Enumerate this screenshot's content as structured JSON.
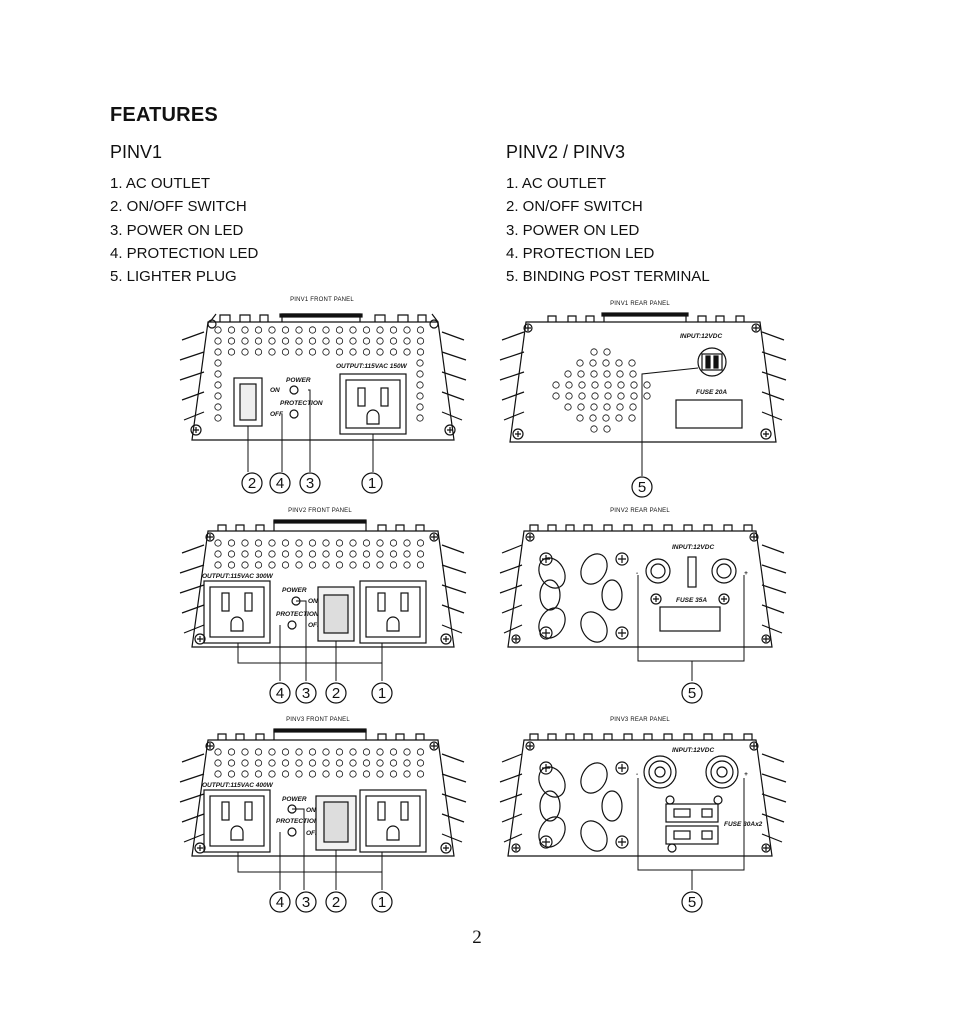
{
  "heading": "FEATURES",
  "left": {
    "title": "PINV1",
    "items": [
      "1. AC OUTLET",
      "2. ON/OFF SWITCH",
      "3. POWER ON LED",
      "4. PROTECTION LED",
      "5. LIGHTER PLUG"
    ]
  },
  "right": {
    "title": "PINV2 / PINV3",
    "items": [
      "1. AC OUTLET",
      "2. ON/OFF SWITCH",
      "3. POWER ON LED",
      "4. PROTECTION LED",
      "5. BINDING POST TERMINAL"
    ]
  },
  "panels": {
    "pinv1_front": {
      "label": "PINV1 FRONT PANEL",
      "output": "OUTPUT:115VAC 150W",
      "power": "POWER",
      "on": "ON",
      "protection": "PROTECTION",
      "off": "OFF",
      "callouts": [
        "2",
        "4",
        "3",
        "1"
      ]
    },
    "pinv1_rear": {
      "label": "PINV1 REAR PANEL",
      "input": "INPUT:12VDC",
      "fuse": "FUSE 20A",
      "callout": "5"
    },
    "pinv2_front": {
      "label": "PINV2 FRONT PANEL",
      "output": "OUTPUT:115VAC 300W",
      "power": "POWER",
      "on": "ON",
      "protection": "PROTECTION",
      "off": "OFF",
      "callouts": [
        "4",
        "3",
        "2",
        "1"
      ]
    },
    "pinv2_rear": {
      "label": "PINV2 REAR PANEL",
      "input": "INPUT:12VDC",
      "fuse": "FUSE 35A",
      "minus": "-",
      "plus": "+",
      "callout": "5"
    },
    "pinv3_front": {
      "label": "PINV3 FRONT PANEL",
      "output": "OUTPUT:115VAC 400W",
      "power": "POWER",
      "on": "ON",
      "protection": "PROTECTION",
      "off": "OFF",
      "callouts": [
        "4",
        "3",
        "2",
        "1"
      ]
    },
    "pinv3_rear": {
      "label": "PINV3 REAR PANEL",
      "input": "INPUT:12VDC",
      "fuse": "FUSE 30Ax2",
      "minus": "-",
      "plus": "+",
      "callout": "5"
    }
  },
  "page_number": "2"
}
